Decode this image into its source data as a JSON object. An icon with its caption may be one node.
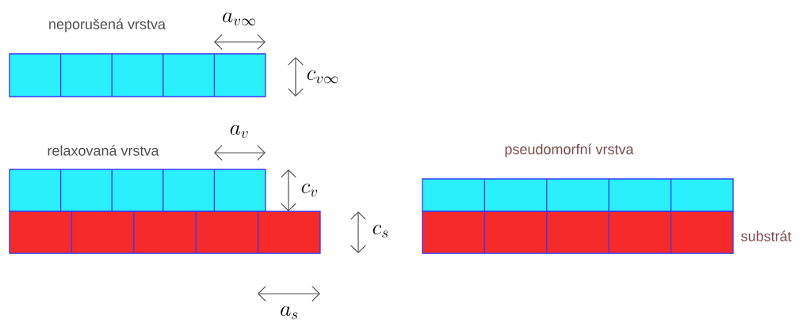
{
  "diagram": {
    "labels": [
      "a_{v\\infty}",
      "neporušená vrstva",
      "c_{v\\infty}",
      "a_v",
      "relaxovaná vrstva",
      "c_v",
      "pseudomorfní vrstva",
      "c_s",
      "substrát",
      "a_s"
    ]
  }
}
